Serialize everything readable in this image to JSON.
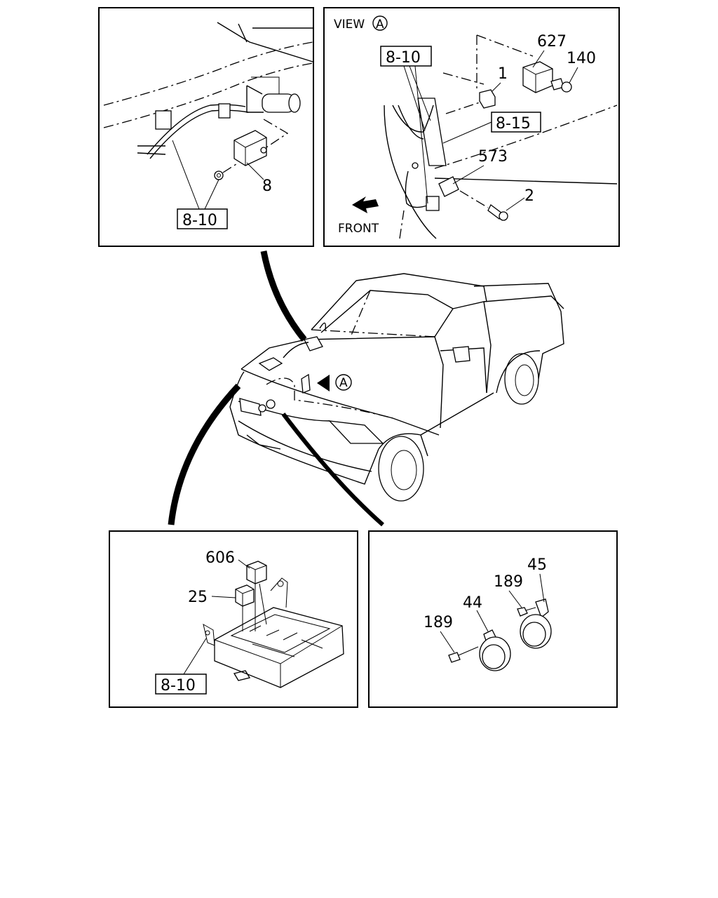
{
  "panels": {
    "top_left": {
      "labels": {
        "p8": "8"
      },
      "boxed": {
        "b8_10": "8-10"
      }
    },
    "top_right": {
      "view_title": "VIEW",
      "view_mark": "A",
      "labels": {
        "p627": "627",
        "p140": "140",
        "p1": "1",
        "p573": "573",
        "p2": "2"
      },
      "boxed": {
        "b8_10": "8-10",
        "b8_15": "8-15"
      },
      "front": "FRONT"
    },
    "center": {
      "view_mark": "A"
    },
    "bottom_left": {
      "labels": {
        "p606": "606",
        "p25": "25"
      },
      "boxed": {
        "b8_10": "8-10"
      }
    },
    "bottom_right": {
      "labels": {
        "p45": "45",
        "p189a": "189",
        "p44": "44",
        "p189b": "189"
      }
    }
  }
}
